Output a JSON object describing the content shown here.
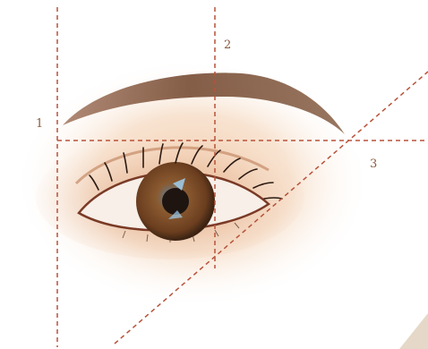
{
  "guide_labels": {
    "one": "1",
    "two": "2",
    "three": "3"
  },
  "colors": {
    "guide_line": "#b8523a",
    "eyebrow": "#8c5a3c",
    "skin_shadow": "#e8b48e",
    "iris": "#7a4a26",
    "pupil": "#1e1410",
    "sclera": "#f7efe8"
  }
}
